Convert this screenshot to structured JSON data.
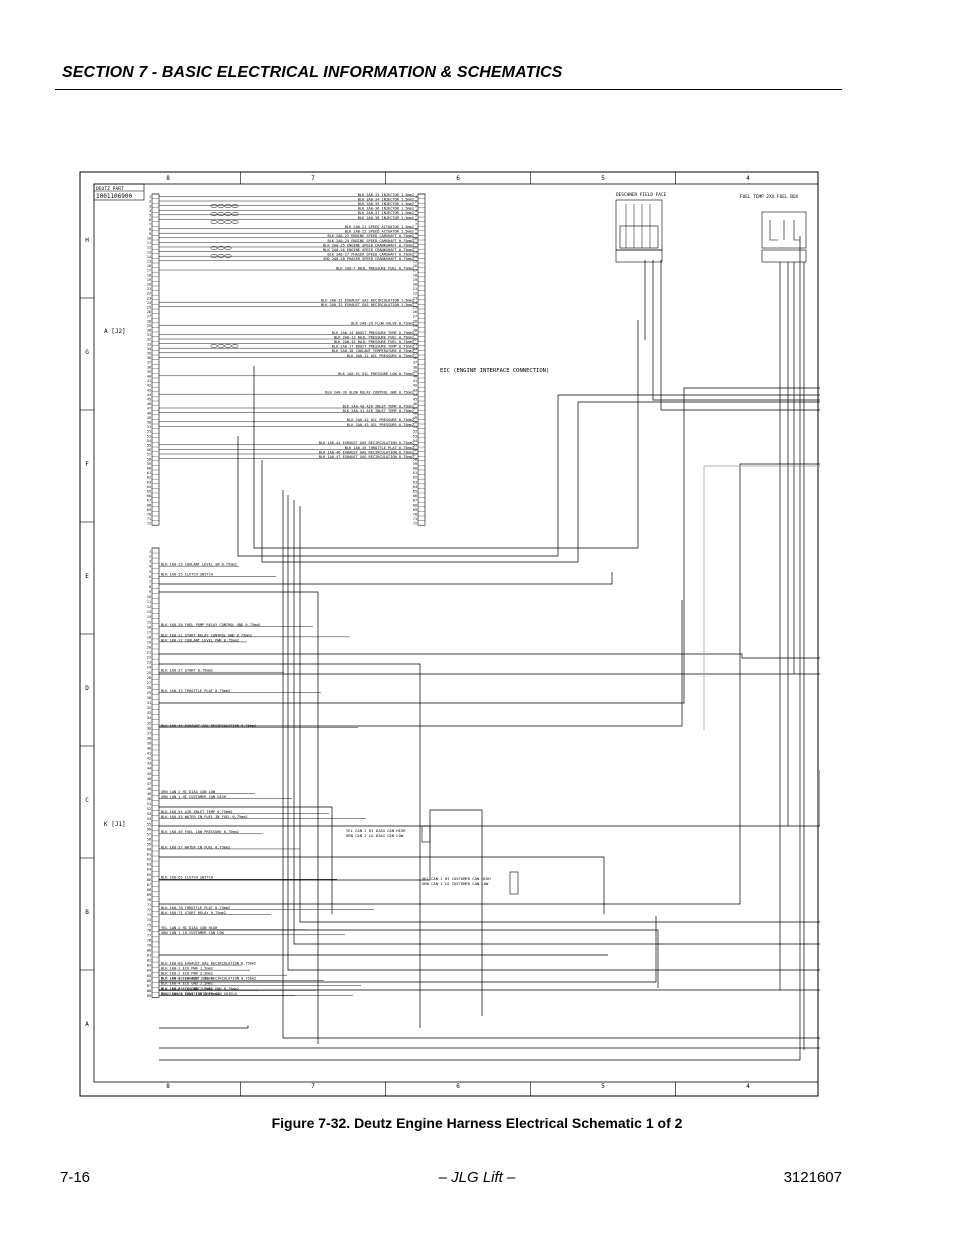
{
  "header": {
    "section_title": "SECTION 7 - BASIC ELECTRICAL INFORMATION & SCHEMATICS"
  },
  "figure": {
    "caption": "Figure 7-32.  Deutz Engine Harness Electrical Schematic 1 of 2",
    "columns": [
      "8",
      "7",
      "6",
      "5",
      "4"
    ],
    "rows": [
      "H",
      "G",
      "F",
      "E",
      "D",
      "C",
      "B",
      "A"
    ],
    "part_box": [
      "DEUTZ PART",
      "1001106900"
    ],
    "connector_a": "A [J2]",
    "connector_k": "K [J1]",
    "eic_label": "EIC (ENGINE INTERFACE CONNECTION)",
    "top_connector_label": "DESCHNER FIELD FACE",
    "right_label": "FUEL TEMP 2XX  FUEL BOX",
    "a_wires": [
      "BLK 2A0-33 INJECTOR 1.5mm2",
      "BLK 2A0-34 INJECTOR 1.5mm2",
      "BLK 2A0-35 INJECTOR 1.5mm2",
      "BLK 2A0-36 INJECTOR 1.5mm2",
      "BLK 2A0-37 INJECTOR 1.5mm2",
      "BLK 2A0-38 INJECTOR 1.5mm2",
      "BLK 2A0-21 SPEED ACTUATOR 1.5mm2",
      "BLK 2A0-22 SPEED ACTUATOR 1.5mm2",
      "BLK 2A0-23 ENGINE SPEED CAMSHAFT 0.75mm2",
      "BLK 2A0-24 ENGINE SPEED CAMSHAFT 0.75mm2",
      "BLK 2A0-25 ENGINE SPEED CRANKSHAFT 0.75mm2",
      "BLK 2A0-26 ENGINE SPEED CRANKSHAFT 0.75mm2",
      "BLK 2A0-27 PHASER SPEED CAMSHAFT 0.75mm2",
      "SHD 2A0-28 PHASER SPEED CRANKSHAFT 0.75mm2",
      "BLK 2A0-7 RAIL PRESSURE FUEL 0.75mm2",
      "BLK 2A0-31 EXHAUST GAS RECIRCULATION 1.5mm2",
      "BLK 2A0-32 EXHAUST GAS RECIRCULATION 1.5mm2",
      "BLK 2A0-29 FLOW VALVE 0.75mm2",
      "BLK 2A0-14 BOOST PRESSURE TEMP 0.75mm2",
      "BLK 2A0-13 RAIL PRESSURE FUEL 0.75mm2",
      "BLK 2A0-15 RAIL PRESSURE FUEL 0.75mm2",
      "BLK 2A0-17 BOOST PRESSURE TEMP 0.75mm2",
      "BLK 2A0-18 COOLANT TEMPERATURE 0.75mm2",
      "BLK 2A0-12 OIL PRESSURE 0.75mm2",
      "BLK 1A0-51 OIL PRESSURE LOW 0.75mm2",
      "BLK 2A0-39 GLOW RELAY CONTROL GND 0.75mm2",
      "BLK 2A0-40 AIR INLET TEMP 0.75mm2",
      "BLK 2A0-41 AIR INLET TEMP 0.75mm2",
      "BLK 2A0-42 OIL PRESSURE 0.75mm2",
      "BLK 2A0-43 OIL PRESSURE 0.75mm2",
      "BLK 1A0-44 EXHAUST GAS RECIRCULATION 0.75mm2",
      "BLK 1A0-45 THROTTLE PLAT 0.75mm2",
      "BLK 1A0-46 EXHAUST GAS RECIRCULATION 0.75mm2",
      "BLK 1A0-47 EXHAUST GAS RECIRCULATION 0.75mm2"
    ],
    "k_wires": [
      "BLK 1K0-13 COOLANT LEVEL SW 0.75mm2",
      "BLK 1K0-15 CLUTCH SWITCH",
      "BLK 1K0-20 FUEL PUMP RELAY CONTROL GND 0.75mm2",
      "BLK 1K0-21 START RELAY CONTROL GND 0.75mm2",
      "BLK 1K0-22 COOLANT LEVEL PWR 0.75mm2",
      "BLK 1K0-27 START 0.75mm2",
      "BLK 1K0-33 THROTTLE PLAT 0.75mm2",
      "BLK 1K0-44 EXHAUST GAS RECIRCULATION 0.75mm2",
      "GRN CAN 2 HI DIAG CAN LOW",
      "GRN CAN 1 HI CUSTOMER CAN HIGH",
      "BLK 1K0-54 AIR INLET TEMP 0.75mm2",
      "BLK 1K0-55 WATER IN FUEL IN FUEL 0.75mm2",
      "BLK 1K0-56 FUEL LOW PRESSURE 0.75mm2",
      "BLK 1K0-57 WATER IN FUEL 0.75mm2",
      "BLK 1K0-65 CLUTCH SWITCH",
      "BLK 1K0-70 THROTTLE PLAT 0.75mm2",
      "BLK 1K0-71 START RELAY 0.75mm2",
      "YEL CAN 2 HI DIAG CAN HIGH",
      "GRN CAN 1 LO CUSTOMER CAN LOW",
      "BLK 1K0-80 EXHAUST GAS RECIRCULATION 0.75mm2",
      "BLK 1K0-82 EXHAUST GAS RECIRCULATION 0.75mm2",
      "BLK 1K0-85 COOLANT LEVEL GND 0.75mm2",
      "BLK 1K0-86 IGNITION 0.75mm2",
      "BLK 1K0-1 ECU PWR 1.5mm2",
      "BLK 1K0-2 ECU PWR 2.5mm2",
      "BLK 1K0-3 ECU GND 1.5mm2",
      "BLK 1K0-4 ECU GND 2.5mm2",
      "BLK 1K0-5 ECU GND 2.5mm2",
      "SHLD CAN 1 SHLD CUSTOMER CAN SHIELD"
    ],
    "can_diag_label": [
      "YEL CAN 2 HI DIAG CAN HIGH",
      "GRN CAN 2 LO DIAG CAN LOW"
    ],
    "can_cust_label": [
      "YEL CAN 1 HI CUSTOMER CAN HIGH",
      "GRN CAN 1 LO CUSTOMER CAN LOW"
    ]
  },
  "footer": {
    "page_number": "7-16",
    "center": "– JLG Lift –",
    "doc_number": "3121607"
  }
}
